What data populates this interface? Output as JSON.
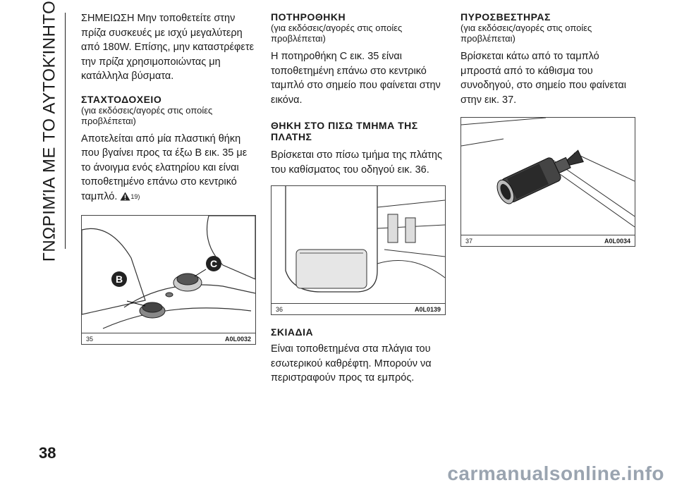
{
  "side_title": "ΓΝΩΡΙΜΊΑ ΜΕ ΤΟ ΑΥΤΟΚΊΝΗΤΟ",
  "page_number": "38",
  "watermark": "carmanualsonline.info",
  "col1": {
    "intro": "ΣΗΜΕΙΩΣΗ Μην τοποθετείτε στην πρίζα συσκευές με ισχύ μεγαλύτερη από 180W. Επίσης, μην καταστρέφετε την πρίζα χρησιμοποιώντας μη κατάλληλα βύσματα.",
    "heading": "ΣΤΑΧΤΟΔΟΧΕΙΟ",
    "sub": "(για εκδόσεις/αγορές στις οποίες προβλέπεται)",
    "body": "Αποτελείται από μία πλαστική θήκη που βγαίνει προς τα έξω B εικ. 35 με το άνοιγμα ενός ελατηρίου και είναι τοποθετημένο επάνω στο κεντρικό ταμπλό.",
    "ref": "19)",
    "fig_num": "35",
    "fig_code": "A0L0032",
    "callout_b": "B",
    "callout_c": "C"
  },
  "col2": {
    "heading1": "ΠΟΤΗΡΟΘΗΚΗ",
    "sub1": "(για εκδόσεις/αγορές στις οποίες προβλέπεται)",
    "body1": "Η ποτηροθήκη C εικ. 35 είναι τοποθετημένη επάνω στο κεντρικό ταμπλό στο σημείο που φαίνεται στην εικόνα.",
    "heading2": "ΘΗΚΗ ΣΤΟ ΠΙΣΩ ΤΜΗΜΑ ΤΗΣ ΠΛΑΤΗΣ",
    "body2": "Βρίσκεται στο πίσω τμήμα της πλάτης του καθίσματος του οδηγού εικ. 36.",
    "fig_num": "36",
    "fig_code": "A0L0139",
    "heading3": "ΣΚΙΑΔΙΑ",
    "body3": "Είναι τοποθετημένα στα πλάγια του εσωτερικού καθρέφτη. Μπορούν να περιστραφούν προς τα εμπρός."
  },
  "col3": {
    "heading": "ΠΥΡΟΣΒΕΣΤΗΡΑΣ",
    "sub": "(για εκδόσεις/αγορές στις οποίες προβλέπεται)",
    "body": "Βρίσκεται κάτω από το ταμπλό μπροστά από το κάθισμα του συνοδηγού, στο σημείο που φαίνεται στην εικ. 37.",
    "fig_num": "37",
    "fig_code": "A0L0034"
  }
}
